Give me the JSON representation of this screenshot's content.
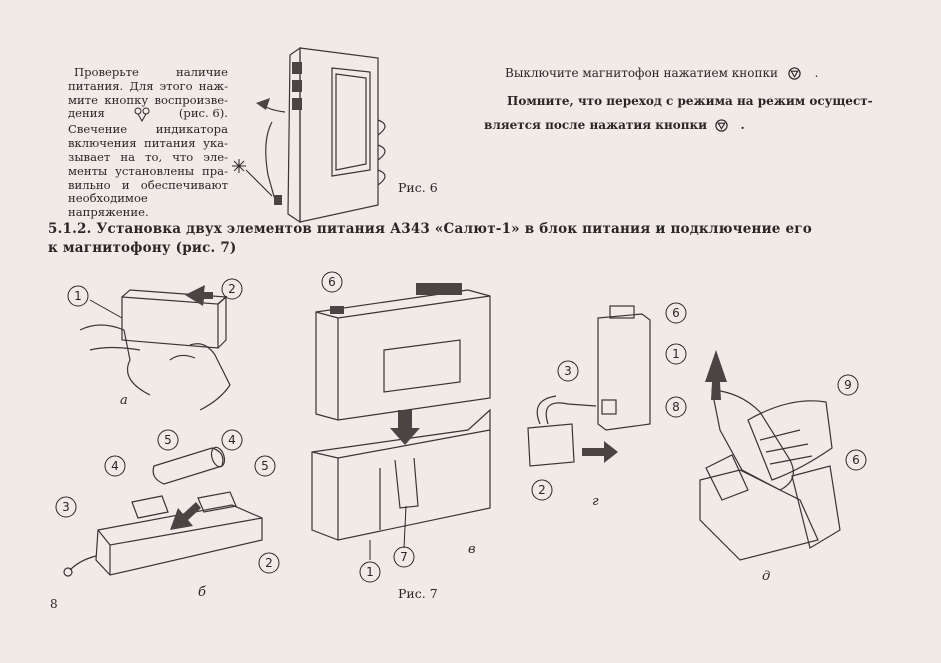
{
  "left_paragraph": {
    "line1": "Проверьте наличие",
    "line2": "питания. Для этого наж-",
    "line3": "мите кнопку воспроизве-",
    "line4_a": "дения",
    "line4_b": "(рис. 6).",
    "line5": "Свечение индикатора",
    "line6": "включения питания ука-",
    "line7": "зывает на то, что эле-",
    "line8": "менты установлены пра-",
    "line9": "вильно и обеспечивают",
    "line10": "необходимое напряжение."
  },
  "fig6_caption": "Рис. 6",
  "right_text": {
    "line1": "Выключите магнитофон нажатием кнопки",
    "line2": "Помните, что переход с режима на режим осущест-",
    "line3": "вляется после нажатия кнопки"
  },
  "punct_dot": ".",
  "section_heading": {
    "line1": "5.1.2. Установка двух элементов питания А343 «Салют-1» в блок питания и подключение его",
    "line2": "к магнитофону (рис. 7)"
  },
  "fig7_caption": "Рис. 7",
  "sub_labels": {
    "a": "а",
    "b": "б",
    "v": "в",
    "g": "г",
    "d": "д"
  },
  "page_number": "8",
  "callouts": {
    "a": [
      "1",
      "2"
    ],
    "b": [
      "5",
      "4",
      "4",
      "5",
      "3",
      "2"
    ],
    "v": [
      "6",
      "1",
      "7"
    ],
    "g": [
      "3",
      "6",
      "1",
      "8",
      "2"
    ],
    "d": [
      "9",
      "6"
    ]
  },
  "colors": {
    "paper": "#f1ebe7",
    "ink": "#2b2626"
  },
  "icons": {
    "stop_button": "stop-triangle-icon",
    "play_button": "play-key-icon",
    "indicator": "indicator-light-icon"
  }
}
